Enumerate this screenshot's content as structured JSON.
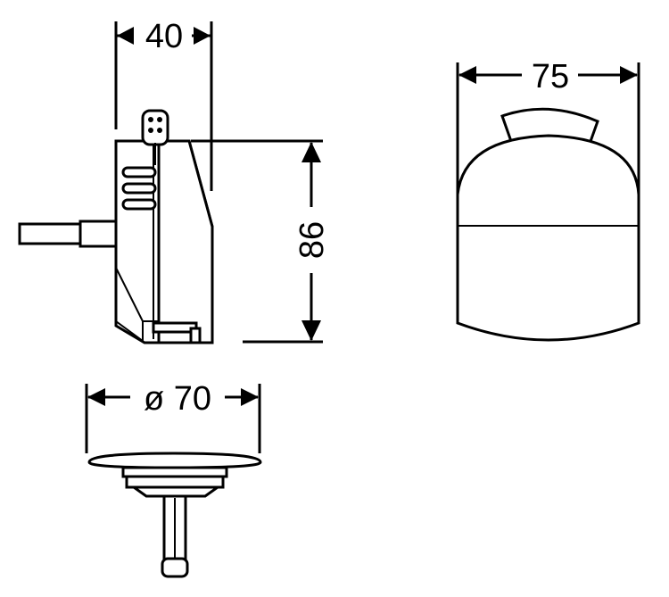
{
  "dimensions": {
    "overflow_depth": "40",
    "overflow_height": "86",
    "cover_width": "75",
    "plug_diameter": "ø 70"
  },
  "colors": {
    "line": "#000000",
    "background": "#ffffff"
  }
}
